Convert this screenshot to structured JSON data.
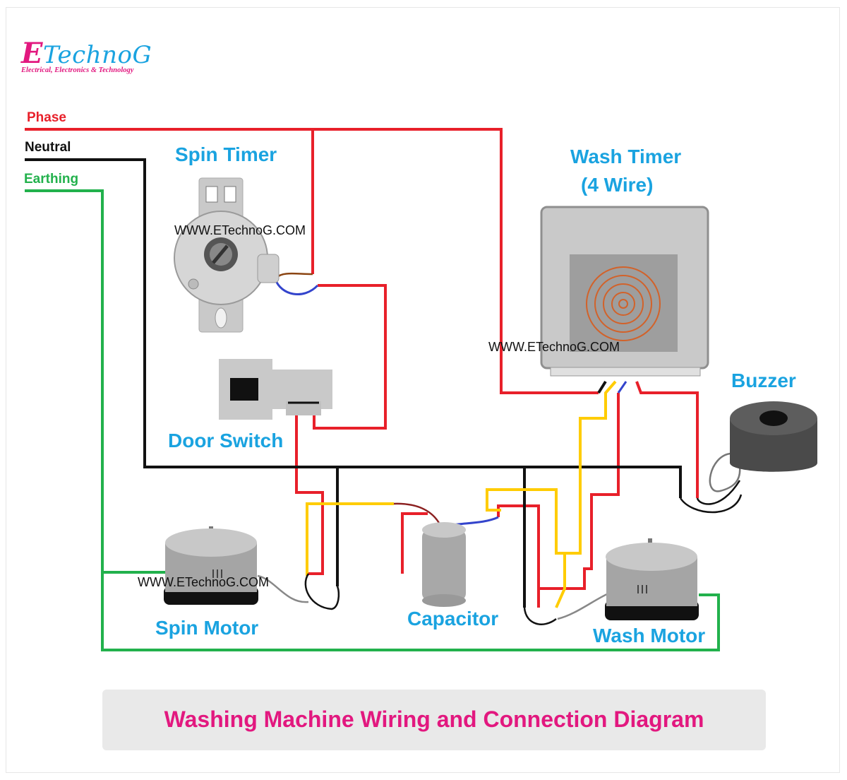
{
  "logo": {
    "initial": "E",
    "name": "TechnoG",
    "tagline": "Electrical, Electronics & Technology"
  },
  "wires": {
    "phase": "Phase",
    "neutral": "Neutral",
    "earthing": "Earthing"
  },
  "components": {
    "spin_timer": "Spin Timer",
    "wash_timer_line1": "Wash Timer",
    "wash_timer_line2": "(4 Wire)",
    "door_switch": "Door Switch",
    "buzzer": "Buzzer",
    "capacitor": "Capacitor",
    "spin_motor": "Spin Motor",
    "wash_motor": "Wash Motor"
  },
  "watermark": "WWW.ETechnoG.COM",
  "caption": "Washing Machine Wiring and Connection Diagram",
  "colors": {
    "phase": "#e8202a",
    "neutral": "#111111",
    "earth": "#22b14c",
    "yellow": "#ffcc00",
    "blue": "#3344cc",
    "brown": "#8b4513",
    "accent_blue": "#1aa3e0",
    "accent_pink": "#e2187f"
  }
}
